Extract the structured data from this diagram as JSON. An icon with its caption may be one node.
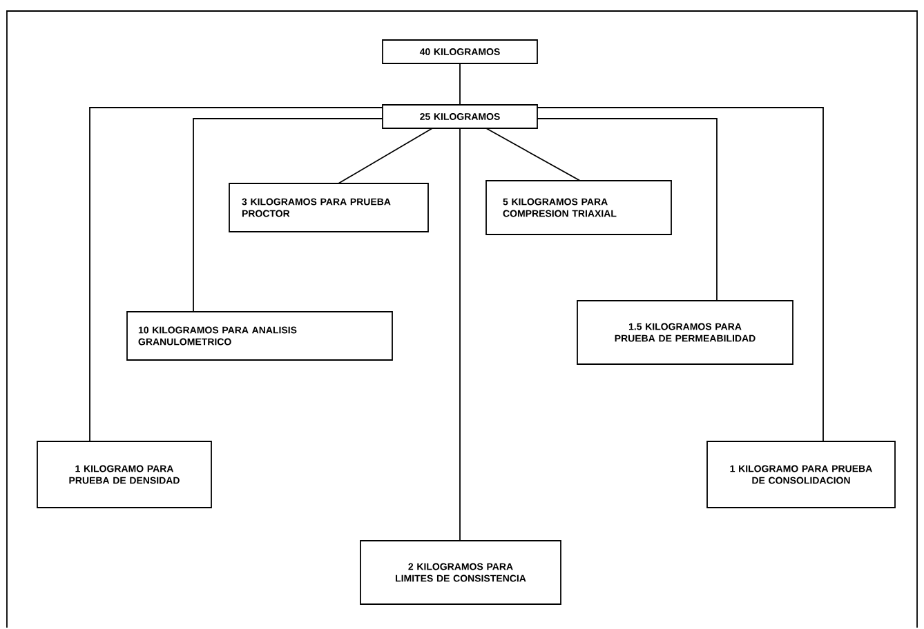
{
  "diagram": {
    "nodes": [
      {
        "text": [
          "40 KILOGRAMOS"
        ]
      },
      {
        "text": [
          "25 KILOGRAMOS"
        ]
      },
      {
        "text": [
          "3 KILOGRAMOS PARA PRUEBA PROCTOR"
        ]
      },
      {
        "text": [
          "5 KILOGRAMOS PARA COMPRESION TRIAXIAL"
        ]
      },
      {
        "text": [
          "10 KILOGRAMOS PARA ANALISIS GRANULOMETRICO"
        ]
      },
      {
        "text": [
          "1.5 KILOGRAMOS PARA PRUEBA DE PERMEABILIDAD"
        ]
      },
      {
        "text": [
          "1 KILOGRAMO PARA PRUEBA DE DENSIDAD"
        ]
      },
      {
        "text": [
          "1 KILOGRAMO PARA PRUEBA DE CONSOLIDACION"
        ]
      },
      {
        "text": [
          "2 KILOGRAMOS PARA LIMITES DE CONSISTENCIA"
        ]
      }
    ],
    "edges": [
      {
        "from": 0,
        "to": 1,
        "arrow": "none"
      },
      {
        "from": 1,
        "to": 2,
        "arrow": "none"
      },
      {
        "from": 1,
        "to": 3,
        "arrow": "none"
      },
      {
        "from": 1,
        "to": 4,
        "arrow": "none"
      },
      {
        "from": 1,
        "to": 5,
        "arrow": "none"
      },
      {
        "from": 1,
        "to": 6,
        "arrow": "none"
      },
      {
        "from": 1,
        "to": 7,
        "arrow": "none"
      },
      {
        "from": 1,
        "to": 8,
        "arrow": "none"
      }
    ]
  }
}
